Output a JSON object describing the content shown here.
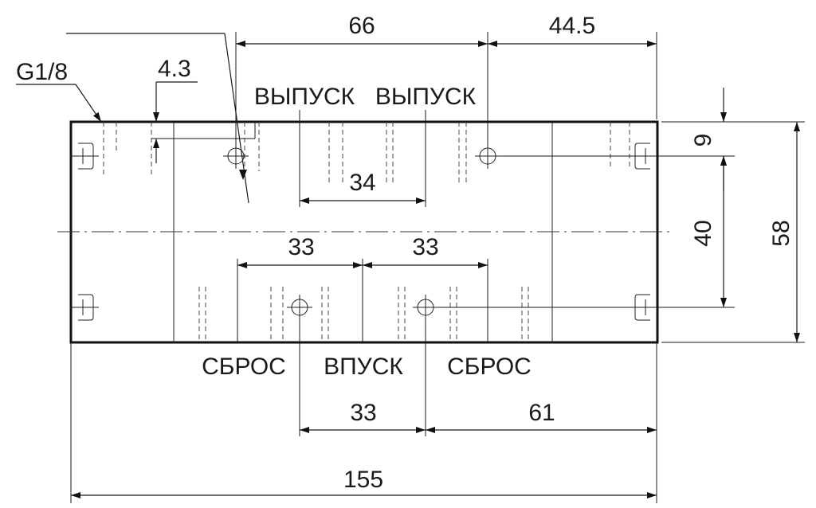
{
  "drawing": {
    "thread_label": "G1/8",
    "dimensions": {
      "d_4_3": "4.3",
      "d_66": "66",
      "d_44_5": "44.5",
      "d_34": "34",
      "d_33_left": "33",
      "d_33_right": "33",
      "d_33_bottom": "33",
      "d_61": "61",
      "d_155": "155",
      "d_9": "9",
      "d_40": "40",
      "d_58": "58"
    },
    "ports": {
      "exhaust_left": "ВЫПУСК",
      "exhaust_right": "ВЫПУСК",
      "reset_left": "СБРОС",
      "inlet": "ВПУСК",
      "reset_right": "СБРОС"
    }
  }
}
